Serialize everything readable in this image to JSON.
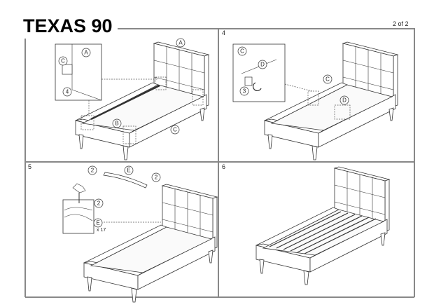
{
  "header": {
    "title": "TEXAS 90",
    "page": "2 of 2"
  },
  "steps": [
    {
      "number": "",
      "callouts": [
        "A",
        "C",
        "4",
        "A",
        "B",
        "C"
      ]
    },
    {
      "number": "4",
      "callouts": [
        "C",
        "D",
        "3",
        "C",
        "D"
      ]
    },
    {
      "number": "5",
      "callouts": [
        "2",
        "E",
        "2",
        "2",
        "E"
      ],
      "quantity": "x 17"
    },
    {
      "number": "6",
      "callouts": []
    }
  ]
}
